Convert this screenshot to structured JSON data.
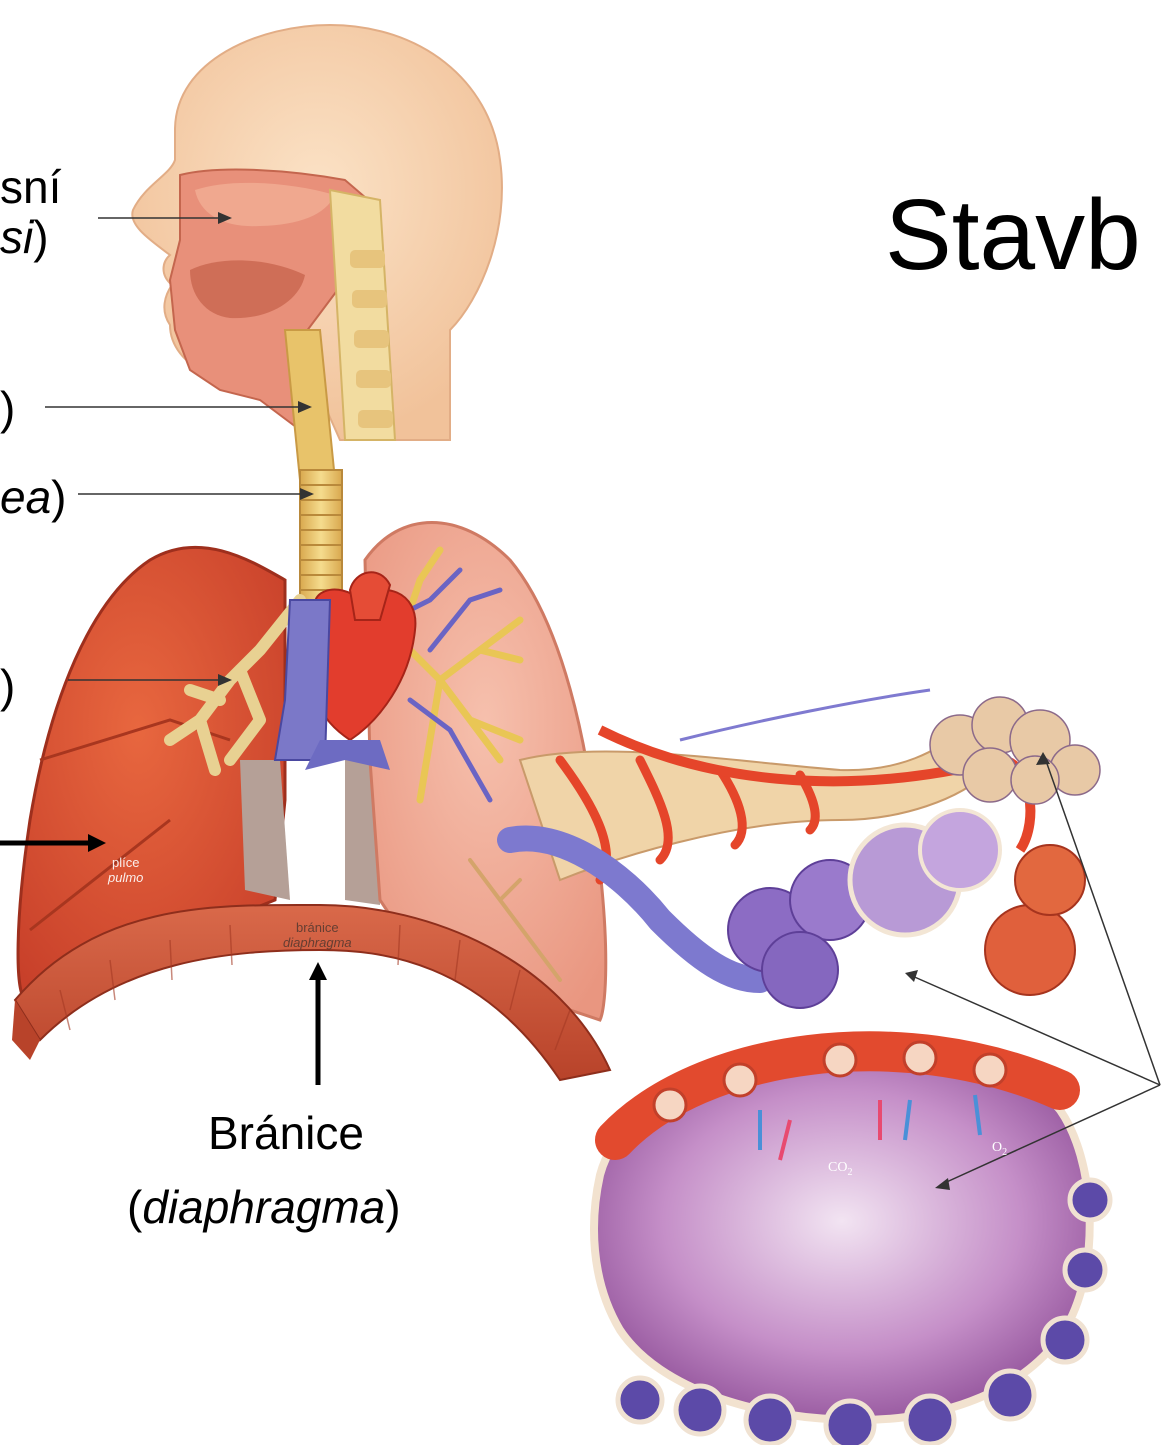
{
  "title": "Stavb",
  "labels": {
    "nasal": {
      "line1": "sní",
      "line2_italic": "si",
      "line2_close": ")"
    },
    "larynx": {
      "close": ")"
    },
    "trachea": {
      "italic": "ea",
      "close": ")"
    },
    "bronchus": {
      "close": ")"
    },
    "diaphragm": {
      "main": "Bránice",
      "open": "(",
      "italic": "diaphragma",
      "close": ")"
    }
  },
  "figure_labels": {
    "lung_cz": "plíce",
    "lung_la": "pulmo",
    "diaphragm_cz": "bránice",
    "diaphragm_la": "diaphragma",
    "co2": "CO",
    "co2_sub": "2",
    "o2": "O",
    "o2_sub": "2"
  },
  "colors": {
    "skin": "#f4c9a3",
    "lung_left": "#d9542e",
    "lung_right": "#efa48d",
    "trachea": "#e8c36a",
    "artery": "#e5452a",
    "vein": "#6f6fc9",
    "alveolus": "#b57bc0",
    "muscle": "#c94a2c"
  }
}
